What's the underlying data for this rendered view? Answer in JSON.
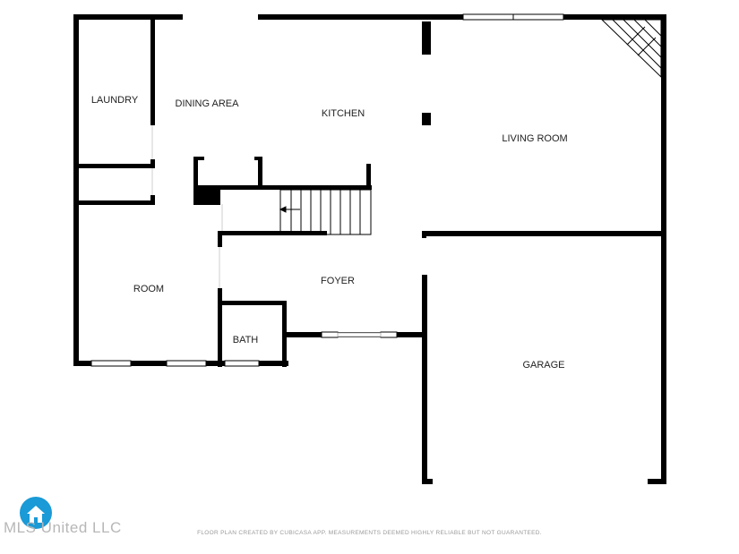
{
  "rooms": {
    "laundry": "LAUNDRY",
    "dining": "DINING AREA",
    "kitchen": "KITCHEN",
    "living": "LIVING ROOM",
    "room": "ROOM",
    "foyer": "FOYER",
    "bath": "BATH",
    "garage": "GARAGE"
  },
  "footer": "FLOOR PLAN CREATED BY CUBICASA APP. MEASUREMENTS DEEMED HIGHLY RELIABLE BUT NOT GUARANTEED.",
  "watermark": {
    "brand": "MLS United LLC",
    "logo_icon": "house-logo-icon",
    "logo_color": "#1a9ad6"
  },
  "colors": {
    "wall": "#000000",
    "window": "#ffffff"
  }
}
